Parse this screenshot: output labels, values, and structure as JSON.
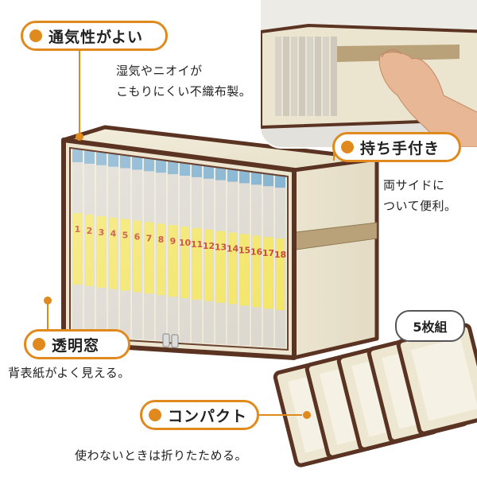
{
  "labels": {
    "ventilation": "通気性がよい",
    "handle": "持ち手付き",
    "window": "透明窓",
    "compact": "コンパクト"
  },
  "captions": {
    "ventilation_line1": "湿気やニオイが",
    "ventilation_line2": "こもりにくい不織布製。",
    "handle_line1": "両サイドに",
    "handle_line2": "ついて便利。",
    "window": "背表紙がよく見える。",
    "compact": "使わないときは折りたためる。"
  },
  "set_badge": "5枚組",
  "book_spines": {
    "volumes": [
      "1",
      "2",
      "3",
      "4",
      "5",
      "6",
      "7",
      "8",
      "9",
      "10",
      "11",
      "12",
      "13",
      "14",
      "15",
      "16",
      "17",
      "18"
    ]
  },
  "colors": {
    "accent": "#e08a1e",
    "fabric": "#efe9d6",
    "trim": "#5a3322",
    "strap": "#b9a27a",
    "spine_yellow": "#f2e35a"
  }
}
